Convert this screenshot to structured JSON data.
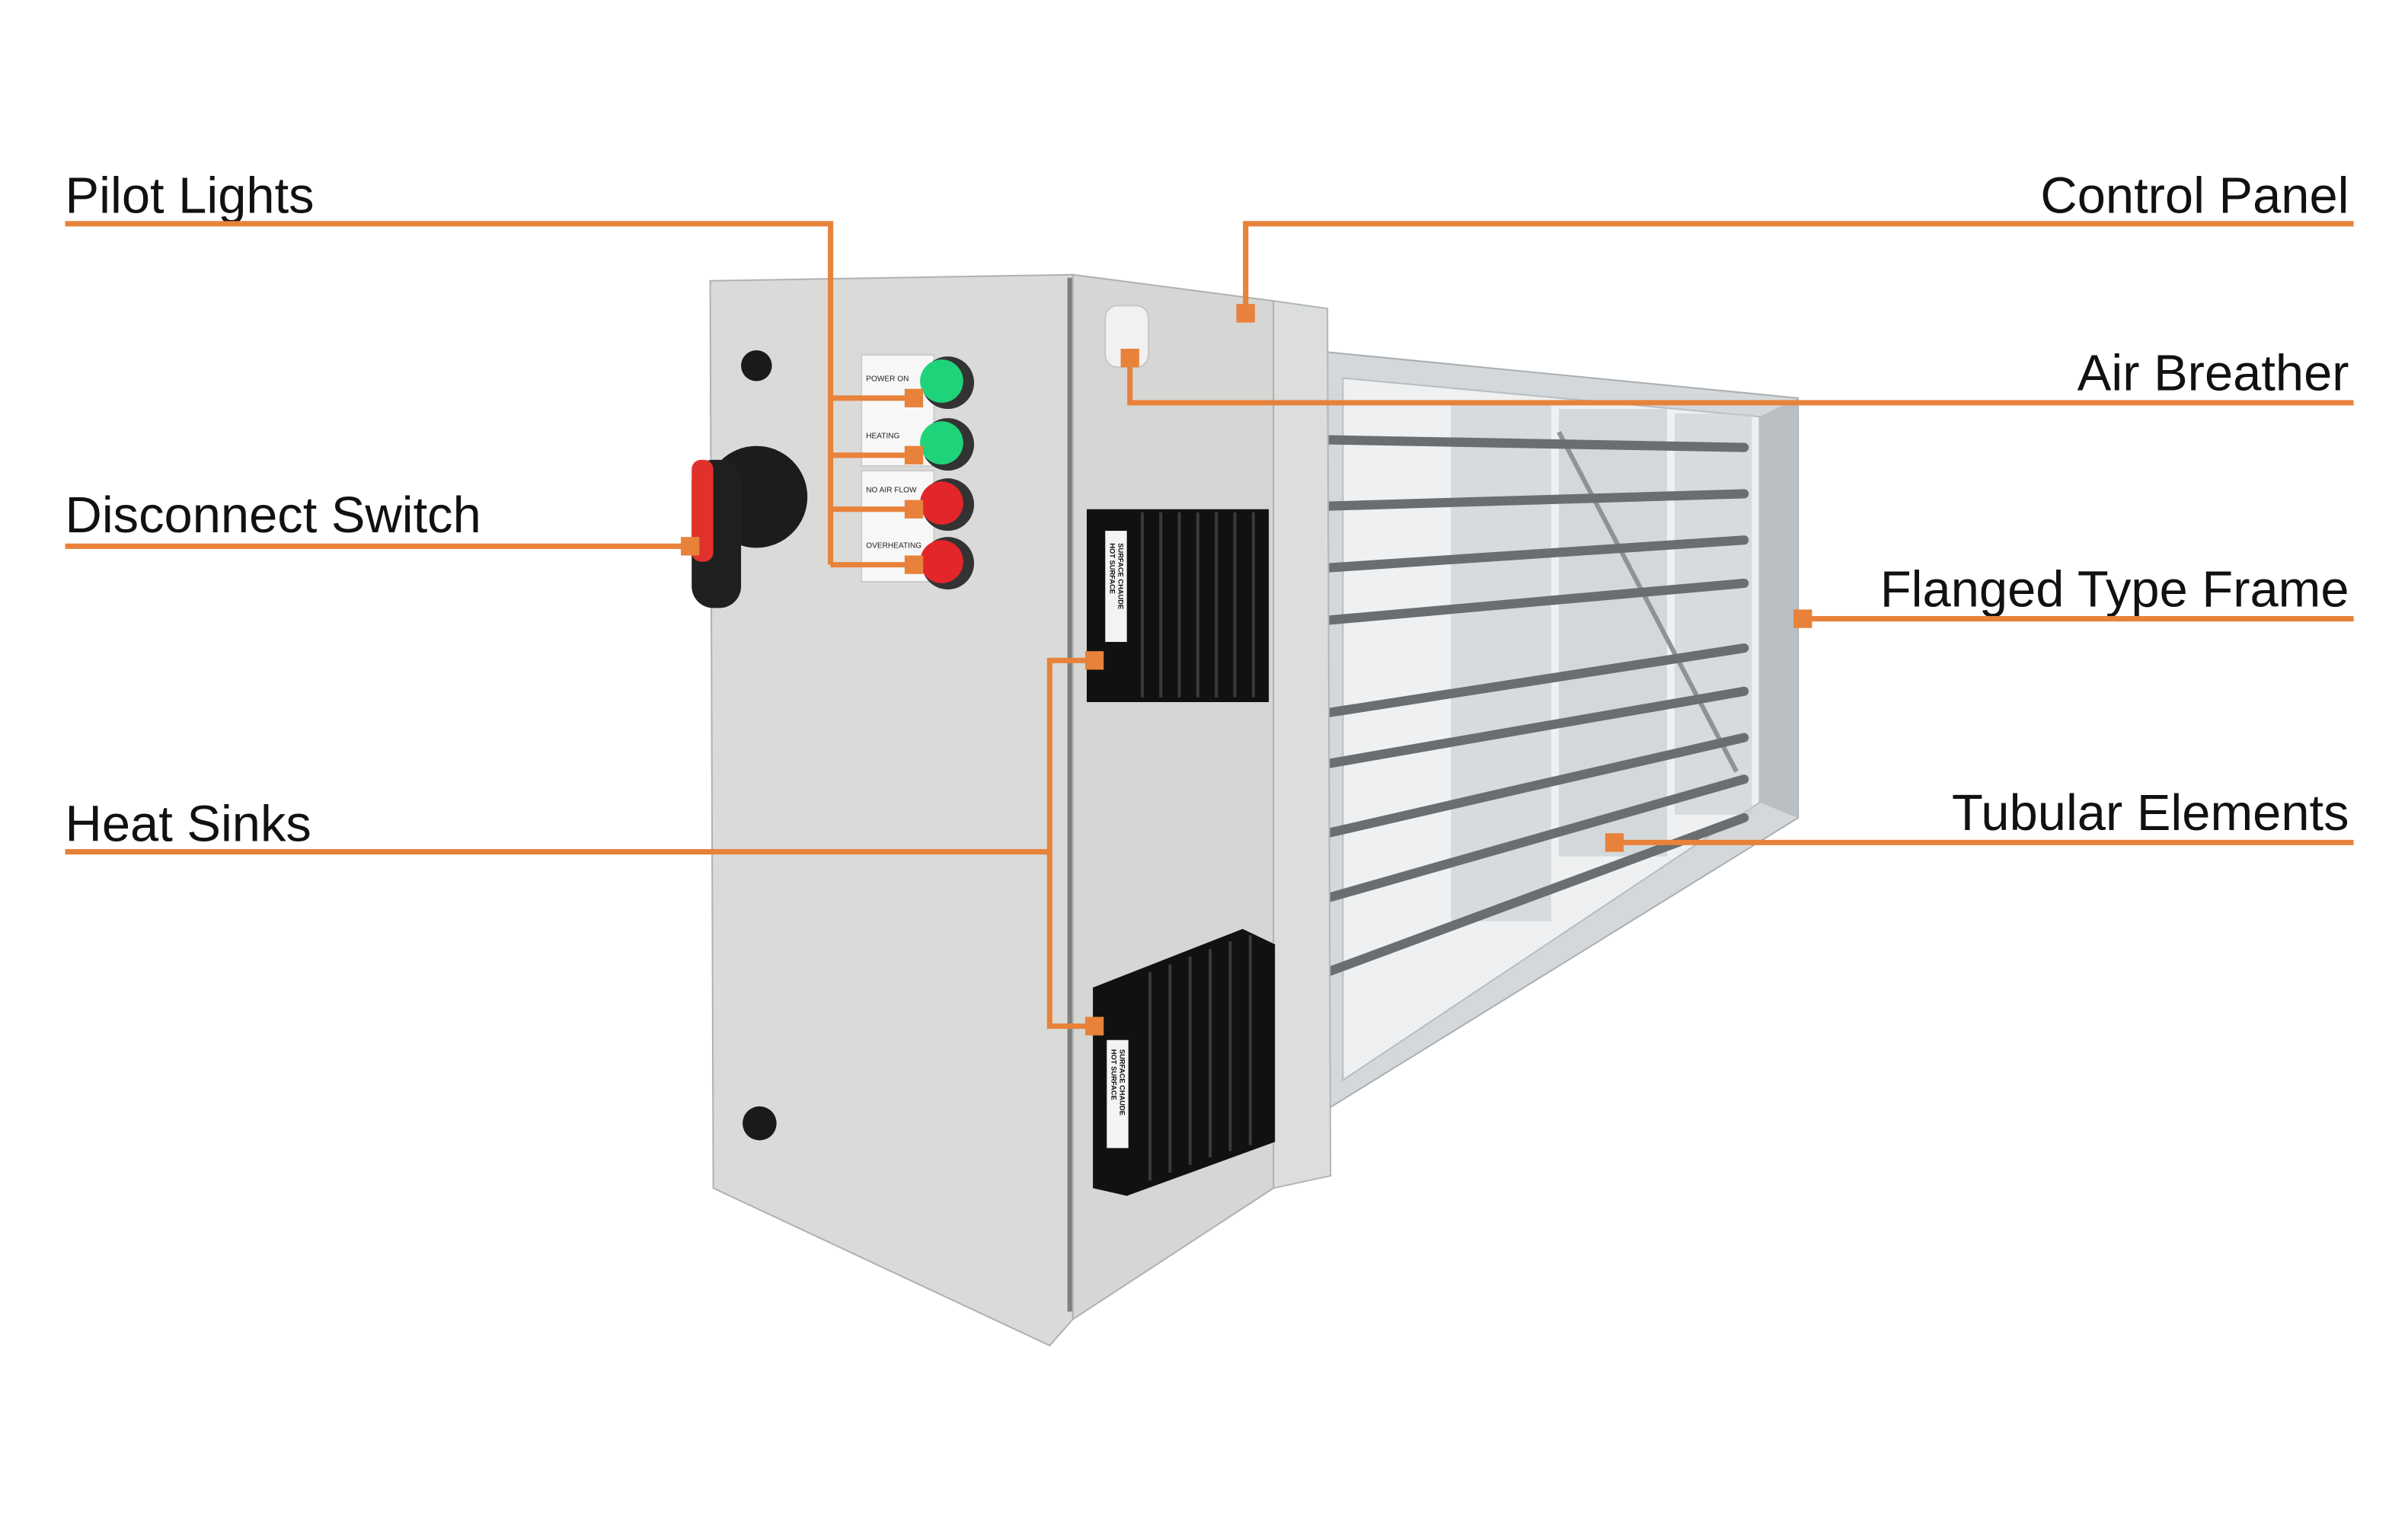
{
  "colors": {
    "callout": "#E8823A",
    "pilot_green": "#1FD37A",
    "pilot_red": "#E3262A",
    "enclosure": "#D9D9D7"
  },
  "callouts": {
    "pilot_lights": "Pilot Lights",
    "disconnect_switch": "Disconnect Switch",
    "heat_sinks": "Heat Sinks",
    "control_panel": "Control Panel",
    "air_breather": "Air Breather",
    "flanged_type_frame": "Flanged Type Frame",
    "tubular_elements": "Tubular Elements"
  },
  "pilot_light_tags": [
    "POWER ON",
    "HEATING",
    "NO AIR FLOW",
    "OVERHEATING"
  ],
  "heat_sink_label": [
    "HOT SURFACE",
    "SURFACE CHAUDE"
  ]
}
